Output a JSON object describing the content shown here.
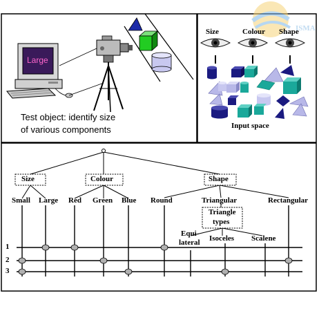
{
  "top_left": {
    "monitor_text": "Large",
    "caption_line1": "Test object: identify size",
    "caption_line2": "of various components"
  },
  "top_right": {
    "feature_labels": [
      "Size",
      "Colour",
      "Shape"
    ],
    "input_space_label": "Input space",
    "watermark_text": "ISMA"
  },
  "tree": {
    "groups": [
      "Size",
      "Colour",
      "Shape"
    ],
    "size_values": [
      "Small",
      "Large"
    ],
    "colour_values": [
      "Red",
      "Green",
      "Blue"
    ],
    "shape_values": [
      "Round",
      "Triangular",
      "Rectangular"
    ],
    "triangle_group_line1": "Triangle",
    "triangle_group_line2": "types",
    "triangle_values": {
      "equilateral_line1": "Equi-",
      "equilateral_line2": "lateral",
      "isoceles": "Isoceles",
      "scalene": "Scalene"
    },
    "row_labels": [
      "1",
      "2",
      "3"
    ]
  },
  "colors": {
    "cube_green": "#22cc22",
    "node_fill": "#b0b0b0",
    "teal": "#1aa89a",
    "navy": "#1a1a80",
    "lavender": "#b8b8e8"
  }
}
